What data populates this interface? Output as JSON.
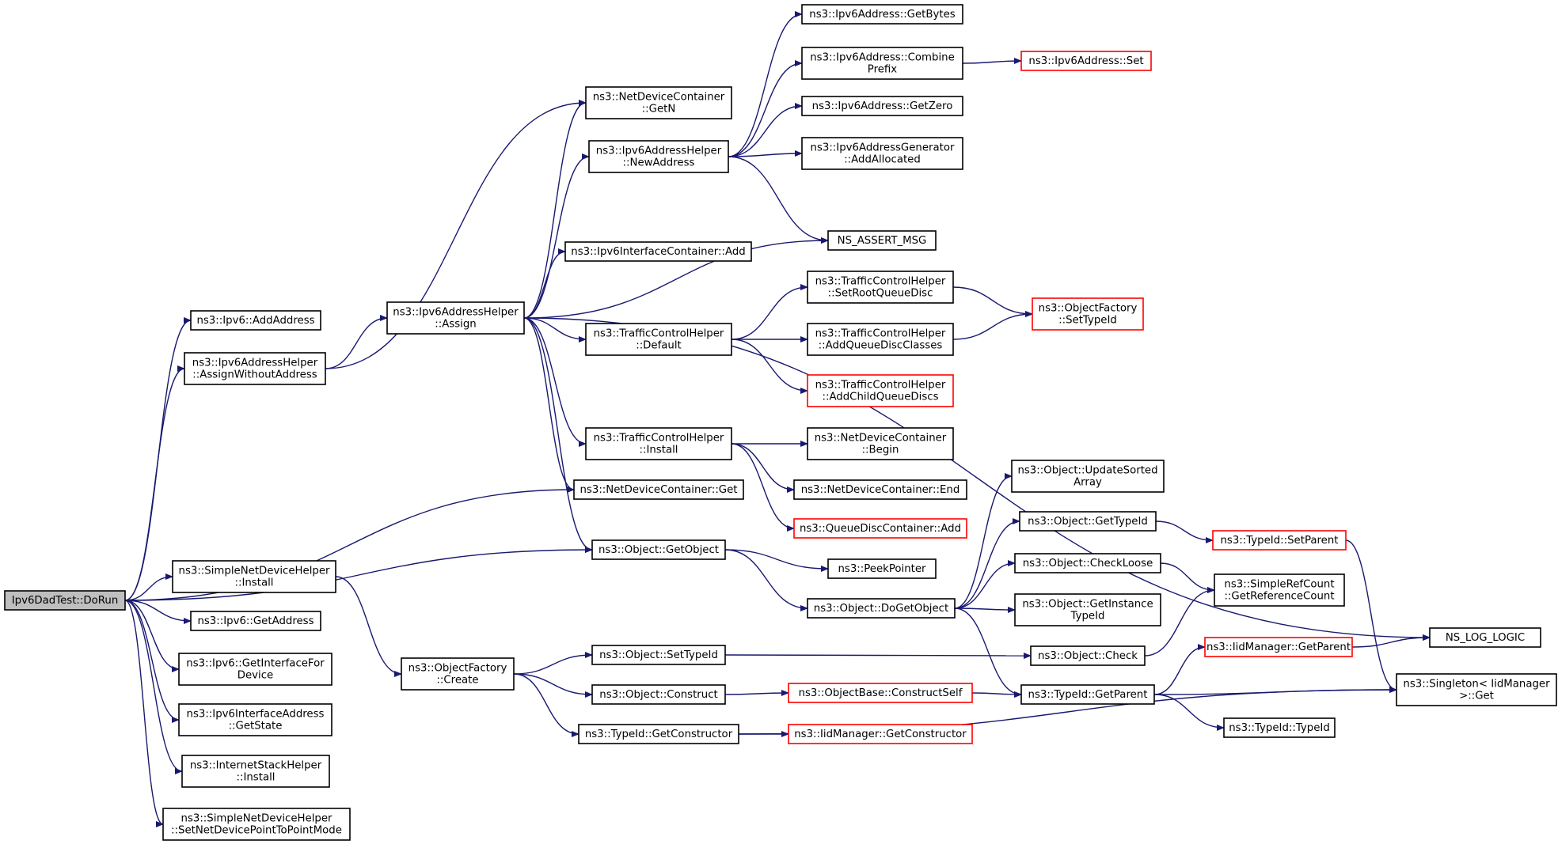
{
  "diagram": {
    "nodes": [
      {
        "id": "root",
        "lines": [
          "Ipv6DadTest::DoRun"
        ],
        "style": "root"
      },
      {
        "id": "ipv6_addaddress",
        "lines": [
          "ns3::Ipv6::AddAddress"
        ]
      },
      {
        "id": "assign_without",
        "lines": [
          "ns3::Ipv6AddressHelper",
          "::AssignWithoutAddress"
        ]
      },
      {
        "id": "simple_install",
        "lines": [
          "ns3::SimpleNetDeviceHelper",
          "::Install"
        ]
      },
      {
        "id": "ipv6_getaddress",
        "lines": [
          "ns3::Ipv6::GetAddress"
        ]
      },
      {
        "id": "ipv6_getiface",
        "lines": [
          "ns3::Ipv6::GetInterfaceFor",
          "Device"
        ]
      },
      {
        "id": "ifaddr_getstate",
        "lines": [
          "ns3::Ipv6InterfaceAddress",
          "::GetState"
        ]
      },
      {
        "id": "inet_install",
        "lines": [
          "ns3::InternetStackHelper",
          "::Install"
        ]
      },
      {
        "id": "simple_setp2p",
        "lines": [
          "ns3::SimpleNetDeviceHelper",
          "::SetNetDevicePointToPointMode"
        ]
      },
      {
        "id": "assign",
        "lines": [
          "ns3::Ipv6AddressHelper",
          "::Assign"
        ]
      },
      {
        "id": "of_create",
        "lines": [
          "ns3::ObjectFactory",
          "::Create"
        ]
      },
      {
        "id": "ndc_getn",
        "lines": [
          "ns3::NetDeviceContainer",
          "::GetN"
        ]
      },
      {
        "id": "newaddress",
        "lines": [
          "ns3::Ipv6AddressHelper",
          "::NewAddress"
        ]
      },
      {
        "id": "ic_add",
        "lines": [
          "ns3::Ipv6InterfaceContainer::Add"
        ]
      },
      {
        "id": "tch_default",
        "lines": [
          "ns3::TrafficControlHelper",
          "::Default"
        ]
      },
      {
        "id": "tch_install",
        "lines": [
          "ns3::TrafficControlHelper",
          "::Install"
        ]
      },
      {
        "id": "ndc_get",
        "lines": [
          "ns3::NetDeviceContainer::Get"
        ]
      },
      {
        "id": "getobject",
        "lines": [
          "ns3::Object::GetObject"
        ]
      },
      {
        "id": "obj_settypeid",
        "lines": [
          "ns3::Object::SetTypeId"
        ]
      },
      {
        "id": "obj_construct",
        "lines": [
          "ns3::Object::Construct"
        ]
      },
      {
        "id": "tid_getctor",
        "lines": [
          "ns3::TypeId::GetConstructor"
        ]
      },
      {
        "id": "a_getbytes",
        "lines": [
          "ns3::Ipv6Address::GetBytes"
        ]
      },
      {
        "id": "a_combine",
        "lines": [
          "ns3::Ipv6Address::Combine",
          "Prefix"
        ]
      },
      {
        "id": "a_getzero",
        "lines": [
          "ns3::Ipv6Address::GetZero"
        ]
      },
      {
        "id": "gen_addalloc",
        "lines": [
          "ns3::Ipv6AddressGenerator",
          "::AddAllocated"
        ]
      },
      {
        "id": "ns_assert",
        "lines": [
          "NS_ASSERT_MSG"
        ]
      },
      {
        "id": "tch_setroot",
        "lines": [
          "ns3::TrafficControlHelper",
          "::SetRootQueueDisc"
        ]
      },
      {
        "id": "tch_addclasses",
        "lines": [
          "ns3::TrafficControlHelper",
          "::AddQueueDiscClasses"
        ]
      },
      {
        "id": "tch_addchild",
        "lines": [
          "ns3::TrafficControlHelper",
          "::AddChildQueueDiscs"
        ],
        "style": "red"
      },
      {
        "id": "ndc_begin",
        "lines": [
          "ns3::NetDeviceContainer",
          "::Begin"
        ]
      },
      {
        "id": "ndc_end",
        "lines": [
          "ns3::NetDeviceContainer::End"
        ]
      },
      {
        "id": "qdc_add",
        "lines": [
          "ns3::QueueDiscContainer::Add"
        ],
        "style": "red"
      },
      {
        "id": "peekpointer",
        "lines": [
          "ns3::PeekPointer"
        ]
      },
      {
        "id": "dogetobject",
        "lines": [
          "ns3::Object::DoGetObject"
        ]
      },
      {
        "id": "objectbase_cs",
        "lines": [
          "ns3::ObjectBase::ConstructSelf"
        ],
        "style": "red"
      },
      {
        "id": "iid_getctor",
        "lines": [
          "ns3::IidManager::GetConstructor"
        ],
        "style": "red"
      },
      {
        "id": "a_set",
        "lines": [
          "ns3::Ipv6Address::Set"
        ],
        "style": "red"
      },
      {
        "id": "of_settypeid",
        "lines": [
          "ns3::ObjectFactory",
          "::SetTypeId"
        ],
        "style": "red"
      },
      {
        "id": "obj_updsorted",
        "lines": [
          "ns3::Object::UpdateSorted",
          "Array"
        ]
      },
      {
        "id": "obj_gettypeid",
        "lines": [
          "ns3::Object::GetTypeId"
        ]
      },
      {
        "id": "obj_checkloose",
        "lines": [
          "ns3::Object::CheckLoose"
        ]
      },
      {
        "id": "obj_getinst",
        "lines": [
          "ns3::Object::GetInstance",
          "TypeId"
        ]
      },
      {
        "id": "obj_check",
        "lines": [
          "ns3::Object::Check"
        ]
      },
      {
        "id": "tid_getparent",
        "lines": [
          "ns3::TypeId::GetParent"
        ]
      },
      {
        "id": "tid_setparent",
        "lines": [
          "ns3::TypeId::SetParent"
        ],
        "style": "red"
      },
      {
        "id": "src_getrefcount",
        "lines": [
          "ns3::SimpleRefCount",
          "::GetReferenceCount"
        ]
      },
      {
        "id": "iid_getparent",
        "lines": [
          "ns3::IidManager::GetParent"
        ],
        "style": "red"
      },
      {
        "id": "tid_typeid",
        "lines": [
          "ns3::TypeId::TypeId"
        ]
      },
      {
        "id": "ns_log_logic",
        "lines": [
          "NS_LOG_LOGIC"
        ]
      },
      {
        "id": "singleton_get",
        "lines": [
          "ns3::Singleton< IidManager",
          ">::Get"
        ]
      }
    ],
    "edges": [
      [
        "root",
        "ipv6_addaddress"
      ],
      [
        "root",
        "assign_without"
      ],
      [
        "root",
        "ndc_get"
      ],
      [
        "root",
        "getobject"
      ],
      [
        "root",
        "simple_install"
      ],
      [
        "root",
        "ipv6_getaddress"
      ],
      [
        "root",
        "ipv6_getiface"
      ],
      [
        "root",
        "ifaddr_getstate"
      ],
      [
        "root",
        "inet_install"
      ],
      [
        "root",
        "simple_setp2p"
      ],
      [
        "assign_without",
        "assign"
      ],
      [
        "assign_without",
        "ndc_getn"
      ],
      [
        "simple_install",
        "of_create"
      ],
      [
        "assign",
        "ndc_getn"
      ],
      [
        "assign",
        "newaddress"
      ],
      [
        "assign",
        "ic_add"
      ],
      [
        "assign",
        "ns_assert"
      ],
      [
        "assign",
        "ns_log_logic"
      ],
      [
        "assign",
        "tch_default"
      ],
      [
        "assign",
        "tch_install"
      ],
      [
        "assign",
        "ndc_get"
      ],
      [
        "assign",
        "getobject"
      ],
      [
        "newaddress",
        "a_getbytes"
      ],
      [
        "newaddress",
        "a_combine"
      ],
      [
        "newaddress",
        "a_getzero"
      ],
      [
        "newaddress",
        "gen_addalloc"
      ],
      [
        "newaddress",
        "ns_assert"
      ],
      [
        "a_combine",
        "a_set"
      ],
      [
        "tch_default",
        "tch_setroot"
      ],
      [
        "tch_default",
        "tch_addclasses"
      ],
      [
        "tch_default",
        "tch_addchild"
      ],
      [
        "tch_setroot",
        "of_settypeid"
      ],
      [
        "tch_addclasses",
        "of_settypeid"
      ],
      [
        "tch_install",
        "ndc_begin"
      ],
      [
        "tch_install",
        "ndc_end"
      ],
      [
        "tch_install",
        "qdc_add"
      ],
      [
        "getobject",
        "peekpointer"
      ],
      [
        "getobject",
        "dogetobject"
      ],
      [
        "dogetobject",
        "obj_updsorted"
      ],
      [
        "dogetobject",
        "obj_gettypeid"
      ],
      [
        "dogetobject",
        "obj_checkloose"
      ],
      [
        "dogetobject",
        "obj_getinst"
      ],
      [
        "dogetobject",
        "tid_getparent"
      ],
      [
        "obj_gettypeid",
        "tid_setparent"
      ],
      [
        "tid_setparent",
        "singleton_get"
      ],
      [
        "obj_checkloose",
        "src_getrefcount"
      ],
      [
        "obj_check",
        "src_getrefcount"
      ],
      [
        "of_create",
        "obj_settypeid"
      ],
      [
        "of_create",
        "obj_construct"
      ],
      [
        "of_create",
        "tid_getctor"
      ],
      [
        "obj_settypeid",
        "obj_check"
      ],
      [
        "obj_construct",
        "objectbase_cs"
      ],
      [
        "objectbase_cs",
        "tid_getparent"
      ],
      [
        "tid_getctor",
        "iid_getctor"
      ],
      [
        "tid_getctor",
        "singleton_get"
      ],
      [
        "tid_getparent",
        "iid_getparent"
      ],
      [
        "tid_getparent",
        "singleton_get"
      ],
      [
        "tid_getparent",
        "tid_typeid"
      ],
      [
        "iid_getparent",
        "ns_log_logic"
      ]
    ]
  }
}
